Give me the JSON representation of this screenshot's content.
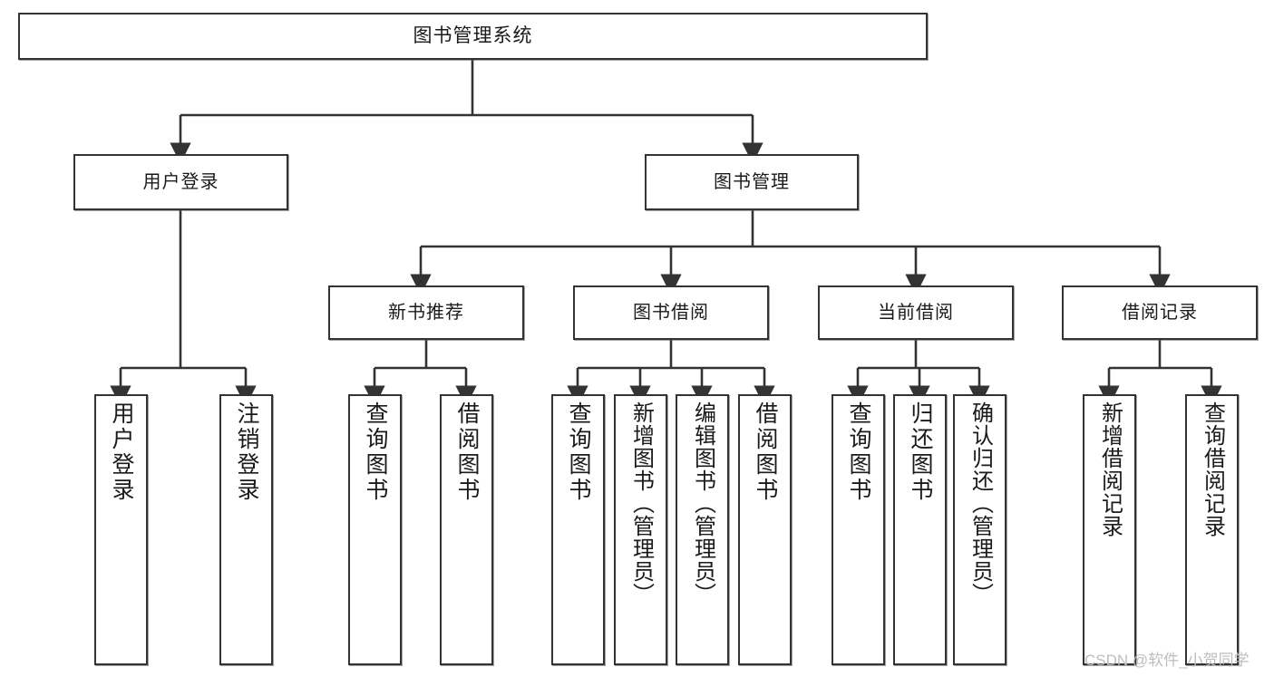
{
  "diagram": {
    "type": "tree",
    "title": "图书管理系统",
    "watermark": "CSDN @软件_小贺同学",
    "colors": {
      "box_border": "#333333",
      "box_fill": "#ffffff",
      "edge": "#333333",
      "text": "#1a1a1a",
      "watermark": "#bdbdbd"
    },
    "root": {
      "label": "图书管理系统"
    },
    "level1": [
      {
        "label": "用户登录"
      },
      {
        "label": "图书管理"
      }
    ],
    "level2": [
      {
        "label": "新书推荐"
      },
      {
        "label": "图书借阅"
      },
      {
        "label": "当前借阅"
      },
      {
        "label": "借阅记录"
      }
    ],
    "leaves": {
      "user_login": [
        {
          "label": "用户登录"
        },
        {
          "label": "注销登录"
        }
      ],
      "new_book_recommend": [
        {
          "label": "查询图书"
        },
        {
          "label": "借阅图书"
        }
      ],
      "book_borrow": [
        {
          "label": "查询图书"
        },
        {
          "label": "新增图书（管理员）"
        },
        {
          "label": "编辑图书（管理员）"
        },
        {
          "label": "借阅图书"
        }
      ],
      "current_borrow": [
        {
          "label": "查询图书"
        },
        {
          "label": "归还图书"
        },
        {
          "label": "确认归还（管理员）"
        }
      ],
      "borrow_record": [
        {
          "label": "新增借阅记录"
        },
        {
          "label": "查询借阅记录"
        }
      ]
    }
  }
}
